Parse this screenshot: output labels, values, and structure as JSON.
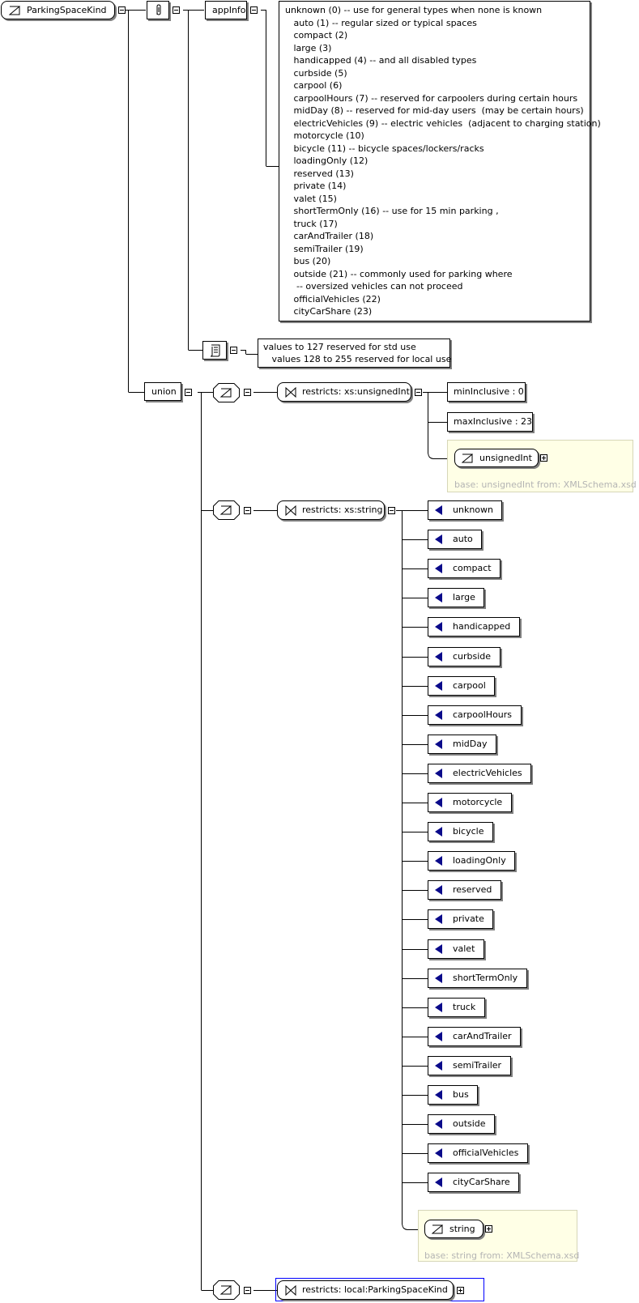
{
  "root": {
    "name": "ParkingSpaceKind"
  },
  "annotation": {
    "appinfo_label": "appInfo",
    "appinfo_lines": [
      "unknown (0) -- use for general types when none is known",
      "   auto (1) -- regular sized or typical spaces",
      "   compact (2)",
      "   large (3)",
      "   handicapped (4) -- and all disabled types",
      "   curbside (5)",
      "   carpool (6)",
      "   carpoolHours (7) -- reserved for carpoolers during certain hours",
      "   midDay (8) -- reserved for mid-day users  (may be certain hours)",
      "   electricVehicles (9) -- electric vehicles  (adjacent to charging station)",
      "   motorcycle (10)",
      "   bicycle (11) -- bicycle spaces/lockers/racks",
      "   loadingOnly (12)",
      "   reserved (13)",
      "   private (14)",
      "   valet (15)",
      "   shortTermOnly (16) -- use for 15 min parking ,",
      "   truck (17)",
      "   carAndTrailer (18)",
      "   semiTrailer (19)",
      "   bus (20)",
      "   outside (21) -- commonly used for parking where",
      "    -- oversized vehicles can not proceed",
      "   officialVehicles (22)",
      "   cityCarShare (23)"
    ],
    "documentation_lines": [
      "values to 127 reserved for std use",
      "   values 128 to 255 reserved for local use"
    ]
  },
  "union_label": "union",
  "branch1": {
    "restricts": "restricts: xs:unsignedInt",
    "facets": [
      "minInclusive : 0",
      "maxInclusive : 23"
    ],
    "base_type": "unsignedInt",
    "base_note": "base: unsignedInt from: XMLSchema.xsd"
  },
  "branch2": {
    "restricts": "restricts: xs:string",
    "enums": [
      "unknown",
      "auto",
      "compact",
      "large",
      "handicapped",
      "curbside",
      "carpool",
      "carpoolHours",
      "midDay",
      "electricVehicles",
      "motorcycle",
      "bicycle",
      "loadingOnly",
      "reserved",
      "private",
      "valet",
      "shortTermOnly",
      "truck",
      "carAndTrailer",
      "semiTrailer",
      "bus",
      "outside",
      "officialVehicles",
      "cityCarShare"
    ],
    "base_type": "string",
    "base_note": "base: string from: XMLSchema.xsd"
  },
  "branch3": {
    "restricts": "restricts: local:ParkingSpaceKind"
  },
  "colors": {
    "enum_marker": "#0a0a8a",
    "base_fill": "#ffffe6",
    "base_text": "#b4b4b4",
    "selection": "#0000ff"
  }
}
